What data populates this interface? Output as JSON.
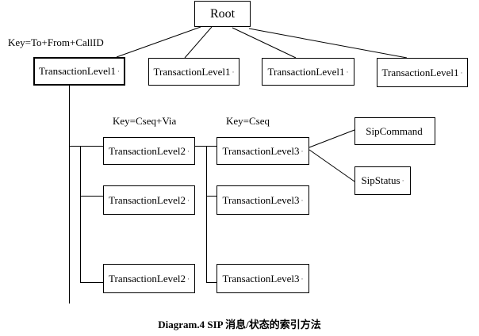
{
  "diagram": {
    "caption": "Diagram.4 SIP 消息/状态的索引方法",
    "colors": {
      "line": "#000000",
      "background": "#ffffff"
    },
    "root": {
      "label": "Root"
    },
    "keys": {
      "level1_key": "Key=To+From+CallID",
      "level2_key": "Key=Cseq+Via",
      "level3_key": "Key=Cseq"
    },
    "level1_nodes": [
      {
        "label": "TransactionLevel1",
        "suffix": "·"
      },
      {
        "label": "TransactionLevel1",
        "suffix": "·"
      },
      {
        "label": "TransactionLevel1",
        "suffix": "·"
      },
      {
        "label": "TransactionLevel1",
        "suffix": "·"
      }
    ],
    "level2_nodes": [
      {
        "label": "TransactionLevel2",
        "suffix": "·"
      },
      {
        "label": "TransactionLevel2",
        "suffix": "·"
      },
      {
        "label": "TransactionLevel2",
        "suffix": "·"
      }
    ],
    "level3_nodes": [
      {
        "label": "TransactionLevel3",
        "suffix": "·"
      },
      {
        "label": "TransactionLevel3",
        "suffix": "·"
      },
      {
        "label": "TransactionLevel3",
        "suffix": "·"
      }
    ],
    "leaf_nodes": [
      {
        "label": "SipCommand",
        "suffix": ""
      },
      {
        "label": "SipStatus",
        "suffix": "·"
      }
    ]
  }
}
